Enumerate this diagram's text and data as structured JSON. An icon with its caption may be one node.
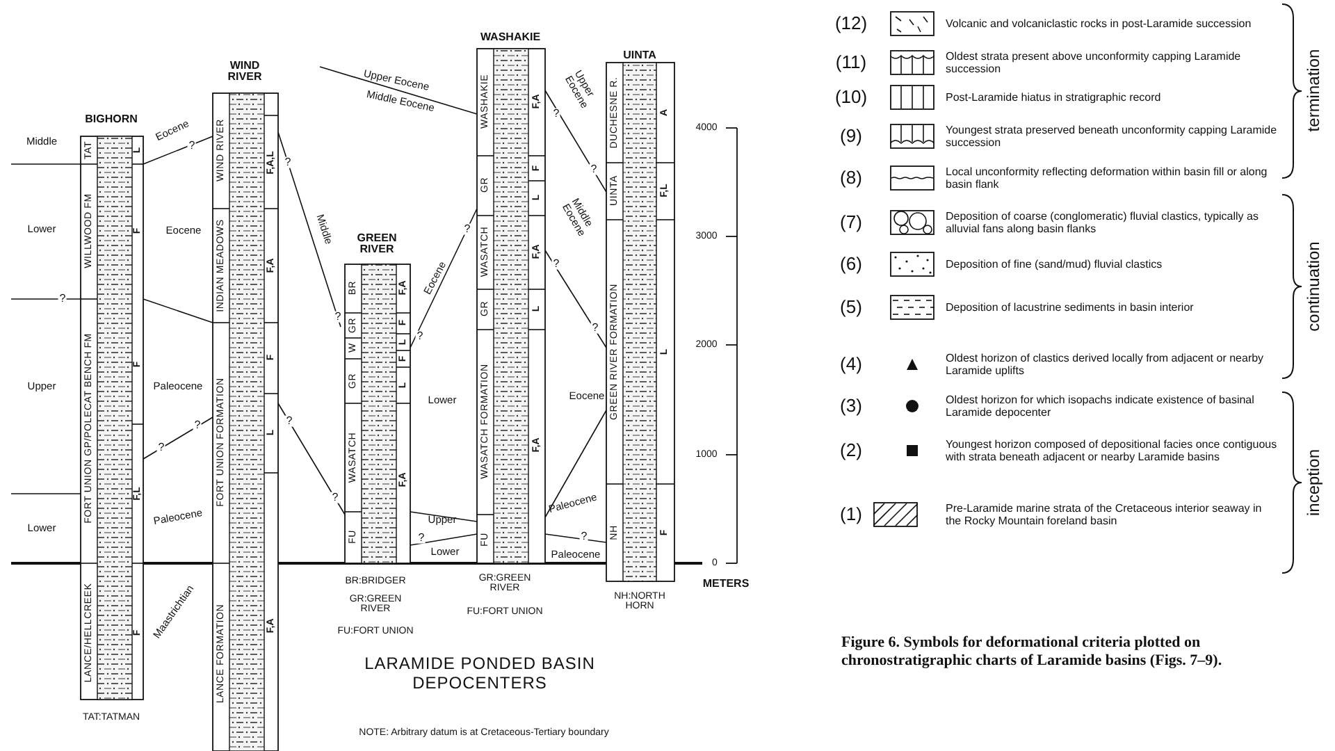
{
  "diagram": {
    "title": "LARAMIDE PONDED BASIN DEPOCENTERS",
    "caption": "Figure 6. Symbols for deformational criteria plotted on chronostratigraphic charts of Laramide basins (Figs. 7–9).",
    "labels": [
      "WASHAKIE",
      "UINTA",
      "WIND RIVER",
      "BIGHORN",
      "GREEN RIVER",
      "Upper Eocene",
      "Middle Eocene",
      "Middle",
      "Lower",
      "Upper",
      "Lower",
      "TAT",
      "WILLWOOD FM",
      "FORT UNION GP/POLECAT BENCH FM",
      "LANCE/HELLCREEK",
      "L",
      "F",
      "F",
      "F,L",
      "F",
      "WIND RIVER",
      "INDIAN MEADOWS",
      "FORT UNION FORMATION",
      "LANCE FORMATION",
      "F,A,L",
      "F,A",
      "F",
      "L",
      "F,A",
      "Eocene",
      "?",
      "Eocene",
      "?",
      "Paleocene",
      "?",
      "?",
      "Paleocene",
      "Maastrichtian",
      "?",
      "Middle",
      "?",
      "?",
      "?",
      "BR",
      "GR",
      "W",
      "GR",
      "WASATCH",
      "FU",
      "F,A",
      "F",
      "L",
      "F",
      "L",
      "F,A",
      "?",
      "Eocene",
      "?",
      "Lower",
      "Upper",
      "?",
      "Lower",
      "WASHAKIE",
      "GR",
      "WASATCH",
      "GR",
      "WASATCH FORMATION",
      "FU",
      "F,A",
      "F",
      "L",
      "F,A",
      "L",
      "F,A",
      "Upper Eocene",
      "?",
      "?",
      "Middle Eocene",
      "?",
      "?",
      "Eocene",
      "Paleocene",
      "?",
      "Paleocene",
      "DUCHESNE R.",
      "UINTA",
      "GREEN RIVER FORMATION",
      "NH",
      "A",
      "F,L",
      "L",
      "F",
      "4000",
      "3000",
      "2000",
      "1000",
      "0",
      "METERS",
      "TAT:TATMAN",
      "BR:BRIDGER",
      "GR:GREEN RIVER",
      "FU:FORT UNION",
      "GR:GREEN RIVER",
      "FU:FORT UNION",
      "NH:NORTH HORN",
      "NOTE: Arbitrary datum is at Cretaceous-Tertiary boundary",
      "(12)",
      "(11)",
      "(10)",
      "(9)",
      "(8)",
      "(7)",
      "(6)",
      "(5)",
      "(4)",
      "(3)",
      "(2)",
      "(1)",
      "termination",
      "continuation",
      "inception"
    ],
    "legend": [
      {
        "text": "Volcanic and volcaniclastic rocks in post-Laramide succession"
      },
      {
        "text": "Oldest strata present above unconformity capping Laramide succession"
      },
      {
        "text": "Post-Laramide hiatus in stratigraphic record"
      },
      {
        "text": "Youngest strata preserved beneath unconformity capping Laramide succession"
      },
      {
        "text": "Local unconformity reflecting deformation within basin fill or along basin flank"
      },
      {
        "text": "Deposition of coarse (conglomeratic) fluvial clastics, typically as alluvial fans along basin flanks"
      },
      {
        "text": "Deposition of fine (sand/mud) fluvial clastics"
      },
      {
        "text": "Deposition of lacustrine sediments in basin interior"
      },
      {
        "text": "Oldest horizon of clastics derived locally from adjacent or nearby Laramide uplifts"
      },
      {
        "text": "Oldest horizon for which isopachs indicate existence of basinal Laramide depocenter"
      },
      {
        "text": "Youngest horizon composed of depositional facies once contiguous with strata beneath adjacent or nearby Laramide basins"
      },
      {
        "text": "Pre-Laramide marine strata of the Cretaceous interior seaway in the Rocky Mountain foreland basin"
      }
    ]
  }
}
